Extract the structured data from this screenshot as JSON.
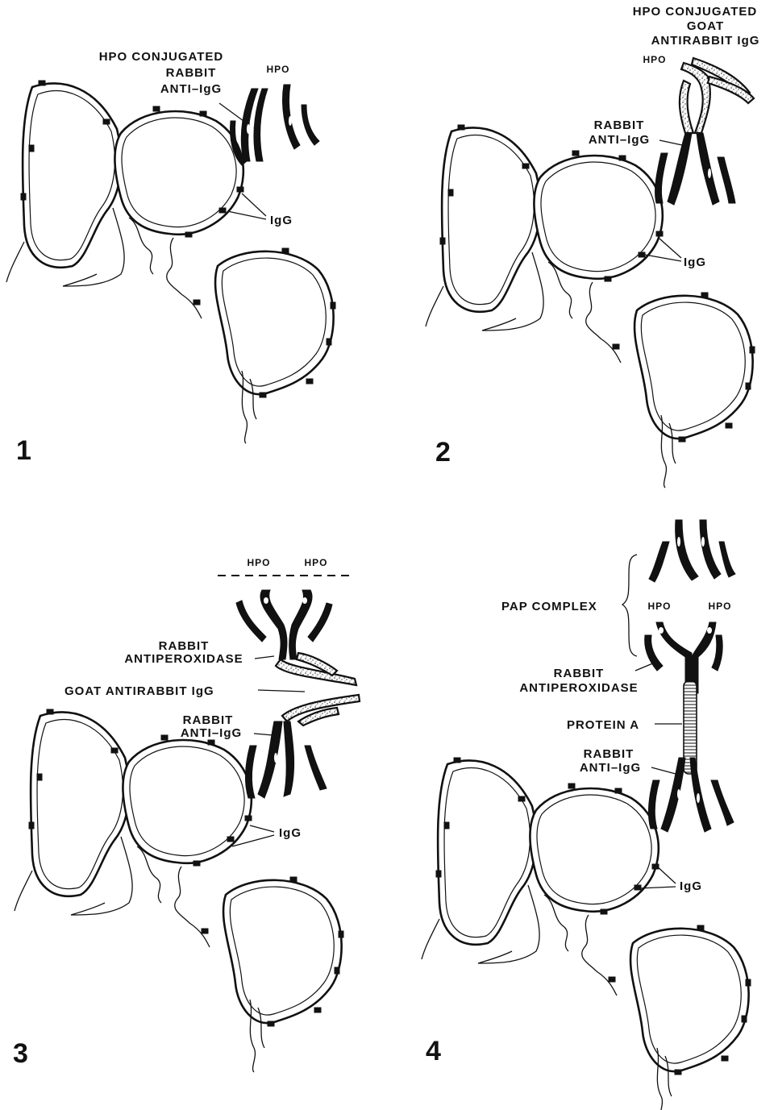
{
  "panels": [
    {
      "number": "1",
      "labels": {
        "hpo_conj_line1": "HPO CONJUGATED",
        "hpo_conj_line2": "RABBIT",
        "hpo_conj_line3": "ANTI–IgG",
        "hpo": "HPO",
        "igg": "IgG"
      }
    },
    {
      "number": "2",
      "labels": {
        "hpo_conj_line1": "HPO CONJUGATED",
        "hpo_conj_line2": "GOAT",
        "hpo_conj_line3": "ANTIRABBIT IgG",
        "hpo": "HPO",
        "rabbit_line1": "RABBIT",
        "rabbit_line2": "ANTI–IgG",
        "igg": "IgG"
      }
    },
    {
      "number": "3",
      "labels": {
        "hpo_a": "HPO",
        "hpo_b": "HPO",
        "antiperox_line1": "RABBIT",
        "antiperox_line2": "ANTIPEROXIDASE",
        "goat": "GOAT ANTIRABBIT IgG",
        "rabbit_line1": "RABBIT",
        "rabbit_line2": "ANTI–IgG",
        "igg": "IgG"
      }
    },
    {
      "number": "4",
      "labels": {
        "pap": "PAP COMPLEX",
        "hpo_a": "HPO",
        "hpo_b": "HPO",
        "antiperox_line1": "RABBIT",
        "antiperox_line2": "ANTIPEROXIDASE",
        "protein_a": "PROTEIN A",
        "rabbit_line1": "RABBIT",
        "rabbit_line2": "ANTI–IgG",
        "igg": "IgG"
      }
    }
  ],
  "colors": {
    "ink": "#111111",
    "paper": "#ffffff"
  }
}
